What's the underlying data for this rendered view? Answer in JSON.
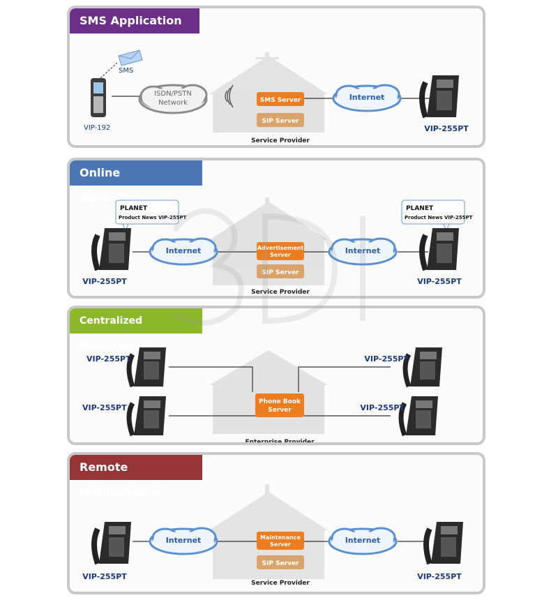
{
  "panels": [
    {
      "title": "SMS Application",
      "title_color": "#6a2f86",
      "mobile_label": "VIP-192",
      "sms_label": "SMS",
      "cloud_left": [
        "ISDN/PSTN",
        "Network"
      ],
      "server_top": "SMS Server",
      "server_bottom": "SIP Server",
      "cloud_right": "Internet",
      "phone_right": "VIP-255PT",
      "provider": "Service Provider"
    },
    {
      "title": "Online Advertisement",
      "title_color": "#4b77b4",
      "phone_left": "VIP-255PT",
      "phone_right": "VIP-255PT",
      "cloud_left": "Internet",
      "cloud_right": "Internet",
      "server_top": [
        "Advertisement",
        "Server"
      ],
      "server_bottom": "SIP Server",
      "provider": "Service Provider",
      "bubble_logo": "PLANET",
      "bubble_text": "Product News VIP-255PT"
    },
    {
      "title": "Centralized Management",
      "title_color": "#8bb92b",
      "phone_tl": "VIP-255PT",
      "phone_bl": "VIP-255PT",
      "phone_tr": "VIP-255PT",
      "phone_br": "VIP-255PT",
      "server": [
        "Phone Book",
        "Server"
      ],
      "provider": "Enterprise Provider"
    },
    {
      "title": "Remote Maintenance",
      "title_color": "#963537",
      "phone_left": "VIP-255PT",
      "phone_right": "VIP-255PT",
      "cloud_left": "Internet",
      "cloud_right": "Internet",
      "server_top": [
        "Maintenance",
        "Server"
      ],
      "server_bottom": "SIP Server",
      "provider": "Service Provider"
    }
  ],
  "colors": {
    "server_orange": "#ee7d1f",
    "server_tan": "#d9a36b",
    "cloud_blue": "#5a8fd0",
    "cloud_gray": "#8a8a8a",
    "phone_label": "#1c3a7a"
  },
  "icons": [
    "building-icon",
    "cloud-icon",
    "desk-phone-icon",
    "mobile-phone-icon",
    "envelope-icon",
    "signal-wave-icon"
  ]
}
